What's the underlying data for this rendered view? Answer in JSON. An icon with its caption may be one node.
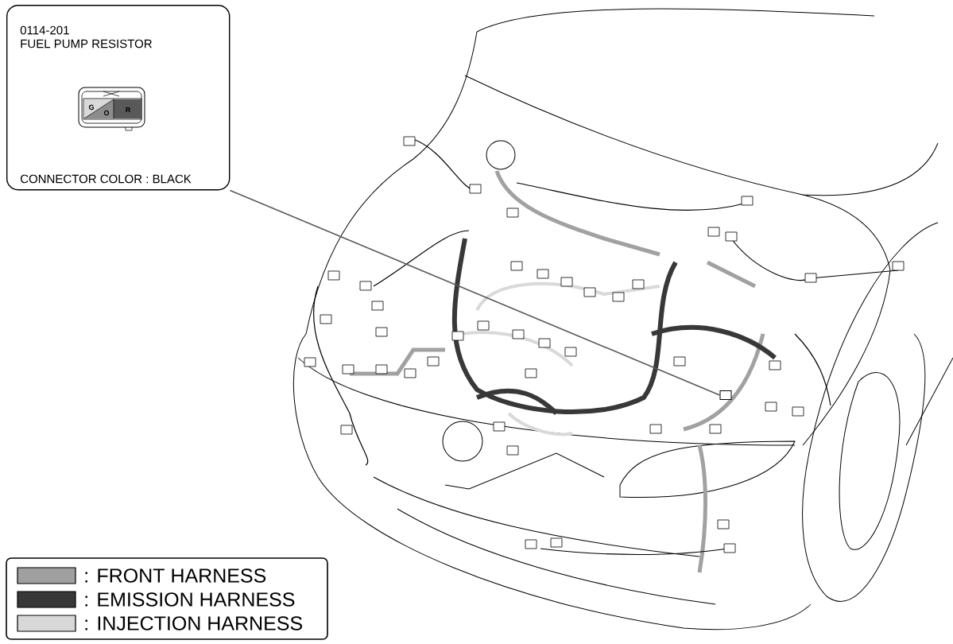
{
  "diagram": {
    "nodes": [
      {
        "text": [
          "0114-201",
          "FUEL PUMP RESISTOR",
          "CONNECTOR COLOR : BLACK"
        ]
      },
      {
        "text": [],
        "shape": "box"
      }
    ],
    "edges": [
      {
        "from": 0,
        "to": 1,
        "arrow": "none"
      }
    ],
    "labels": [
      "G",
      "O",
      "R"
    ],
    "legend": [
      {
        "text": ": FRONT HARNESS",
        "color": "#a0a0a0"
      },
      {
        "text": ": EMISSION HARNESS",
        "color": "#383838"
      },
      {
        "text": ": INJECTION HARNESS",
        "color": "#d8d8d8"
      }
    ]
  }
}
